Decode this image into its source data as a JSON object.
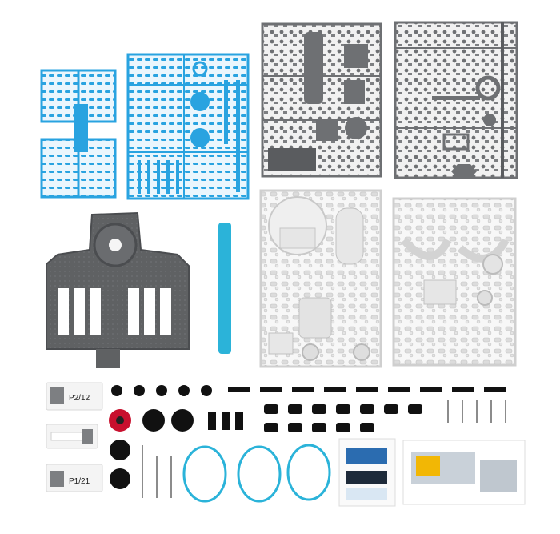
{
  "bags": [
    {
      "label": "P2/12"
    },
    {
      "label": "P1/21"
    }
  ],
  "colors": {
    "blue_sprue": "#29a3e0",
    "grey_sprue": "#6e7073",
    "white_sprue": "#d9d9d9",
    "base_grey": "#5f6163",
    "tube_cyan": "#2bb3d9",
    "rubber_black": "#111111",
    "red_wheel": "#c8102e"
  },
  "icons": [
    "parts-kit-photo"
  ]
}
